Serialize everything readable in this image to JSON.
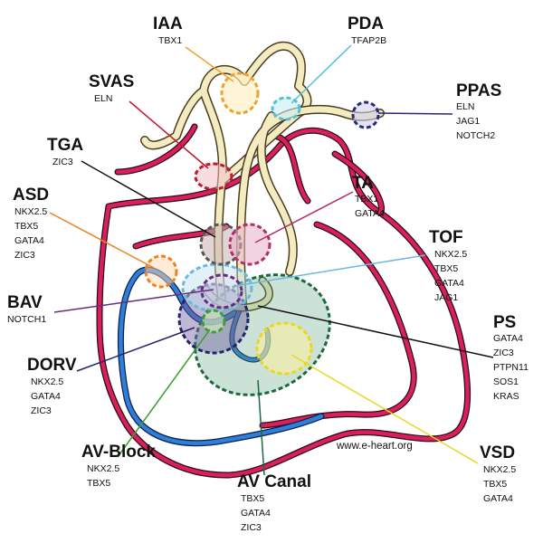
{
  "site": "www.e-heart.org",
  "defects": [
    {
      "id": "iaa",
      "name": "IAA",
      "genes": [
        "TBX1"
      ],
      "color": "#f0a030"
    },
    {
      "id": "pda",
      "name": "PDA",
      "genes": [
        "TFAP2B"
      ],
      "color": "#4fc3d2"
    },
    {
      "id": "svas",
      "name": "SVAS",
      "genes": [
        "ELN"
      ],
      "color": "#c0182f"
    },
    {
      "id": "ppas",
      "name": "PPAS",
      "genes": [
        "ELN",
        "JAG1",
        "NOTCH2"
      ],
      "color": "#2a2a7a"
    },
    {
      "id": "tga",
      "name": "TGA",
      "genes": [
        "ZIC3"
      ],
      "color": "#111111"
    },
    {
      "id": "ta",
      "name": "TA",
      "genes": [
        "TBX1",
        "GATA4"
      ],
      "color": "#b02e6a"
    },
    {
      "id": "asd",
      "name": "ASD",
      "genes": [
        "NKX2.5",
        "TBX5",
        "GATA4",
        "ZIC3"
      ],
      "color": "#f08020"
    },
    {
      "id": "tof",
      "name": "TOF",
      "genes": [
        "NKX2.5",
        "TBX5",
        "GATA4",
        "JAG1"
      ],
      "color": "#6ab8e0"
    },
    {
      "id": "bav",
      "name": "BAV",
      "genes": [
        "NOTCH1"
      ],
      "color": "#6a2a80"
    },
    {
      "id": "ps",
      "name": "PS",
      "genes": [
        "GATA4",
        "ZIC3",
        "PTPN11",
        "SOS1",
        "KRAS"
      ],
      "color": "#111111"
    },
    {
      "id": "dorv",
      "name": "DORV",
      "genes": [
        "NKX2.5",
        "GATA4",
        "ZIC3"
      ],
      "color": "#222266"
    },
    {
      "id": "avblock",
      "name": "AV-Block",
      "genes": [
        "NKX2.5",
        "TBX5"
      ],
      "color": "#3aa030"
    },
    {
      "id": "avcanal",
      "name": "AV Canal",
      "genes": [
        "TBX5",
        "GATA4",
        "ZIC3"
      ],
      "color": "#1a6a40"
    },
    {
      "id": "vsd",
      "name": "VSD",
      "genes": [
        "NKX2.5",
        "TBX5",
        "GATA4"
      ],
      "color": "#e8d820"
    }
  ]
}
